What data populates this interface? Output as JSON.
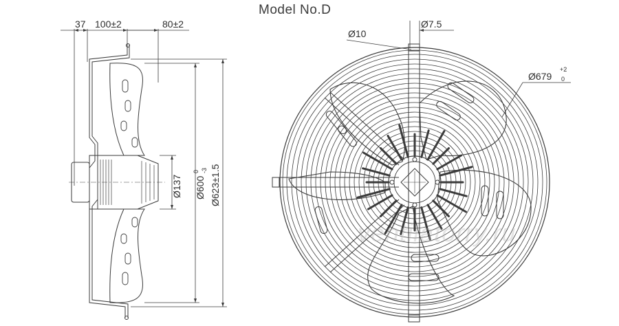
{
  "title": "Model No.D",
  "side_view": {
    "dim_37": "37",
    "dim_100": "100±2",
    "dim_80": "80±2",
    "dim_137": "Ø137",
    "dim_600": "Ø600",
    "dim_600_upper": "0",
    "dim_600_lower": "-3",
    "dim_623": "Ø623±1.5"
  },
  "front_view": {
    "dim_10": "Ø10",
    "dim_7_5": "Ø7.5",
    "dim_679": "Ø679",
    "dim_679_upper": "+2",
    "dim_679_lower": "0"
  },
  "watermark": "ventilatorry.ru",
  "colors": {
    "line": "#3a3a3a",
    "background": "#ffffff"
  }
}
